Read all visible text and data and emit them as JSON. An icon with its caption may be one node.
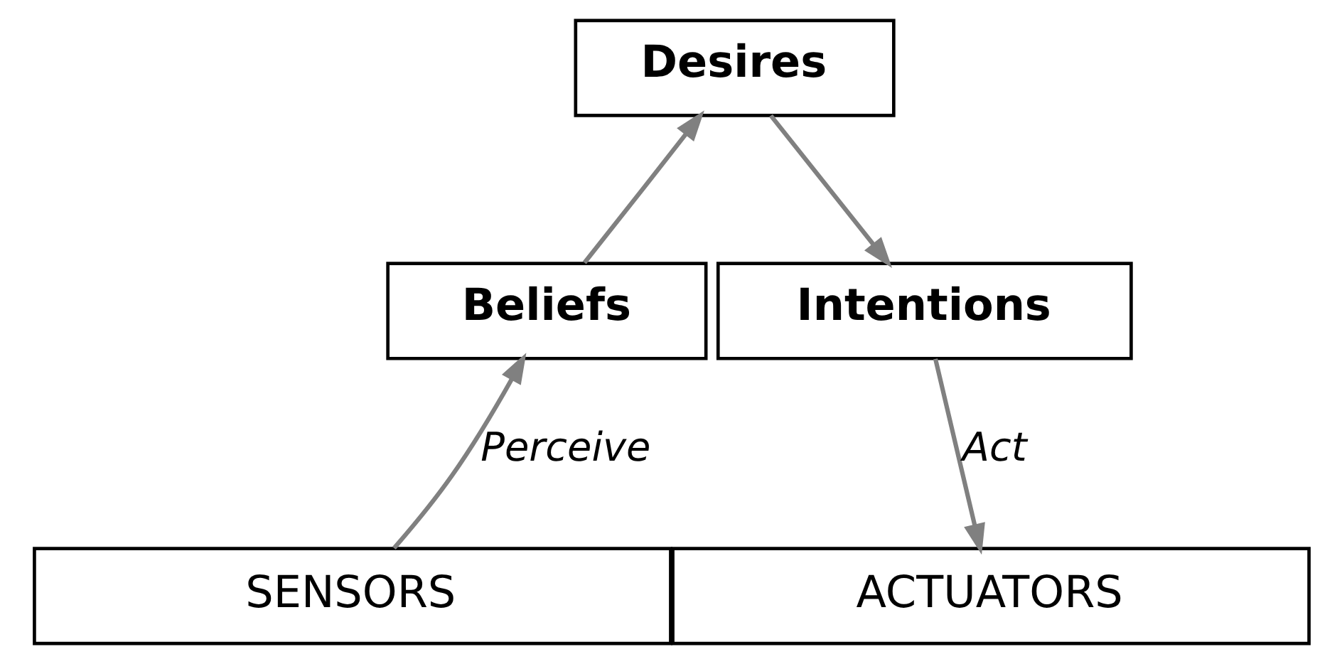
{
  "diagram": {
    "nodes": [
      {
        "text": [
          "Desires"
        ]
      },
      {
        "text": [
          "Beliefs"
        ]
      },
      {
        "text": [
          "Intentions"
        ]
      },
      {
        "text": [
          "SENSORS"
        ]
      },
      {
        "text": [
          "ACTUATORS"
        ]
      }
    ],
    "edges": [
      {
        "from": 3,
        "to": 1,
        "arrow": "to",
        "label": "Perceive"
      },
      {
        "from": 1,
        "to": 0,
        "arrow": "to"
      },
      {
        "from": 0,
        "to": 2,
        "arrow": "to"
      },
      {
        "from": 2,
        "to": 4,
        "arrow": "to",
        "label": "Act"
      }
    ]
  }
}
